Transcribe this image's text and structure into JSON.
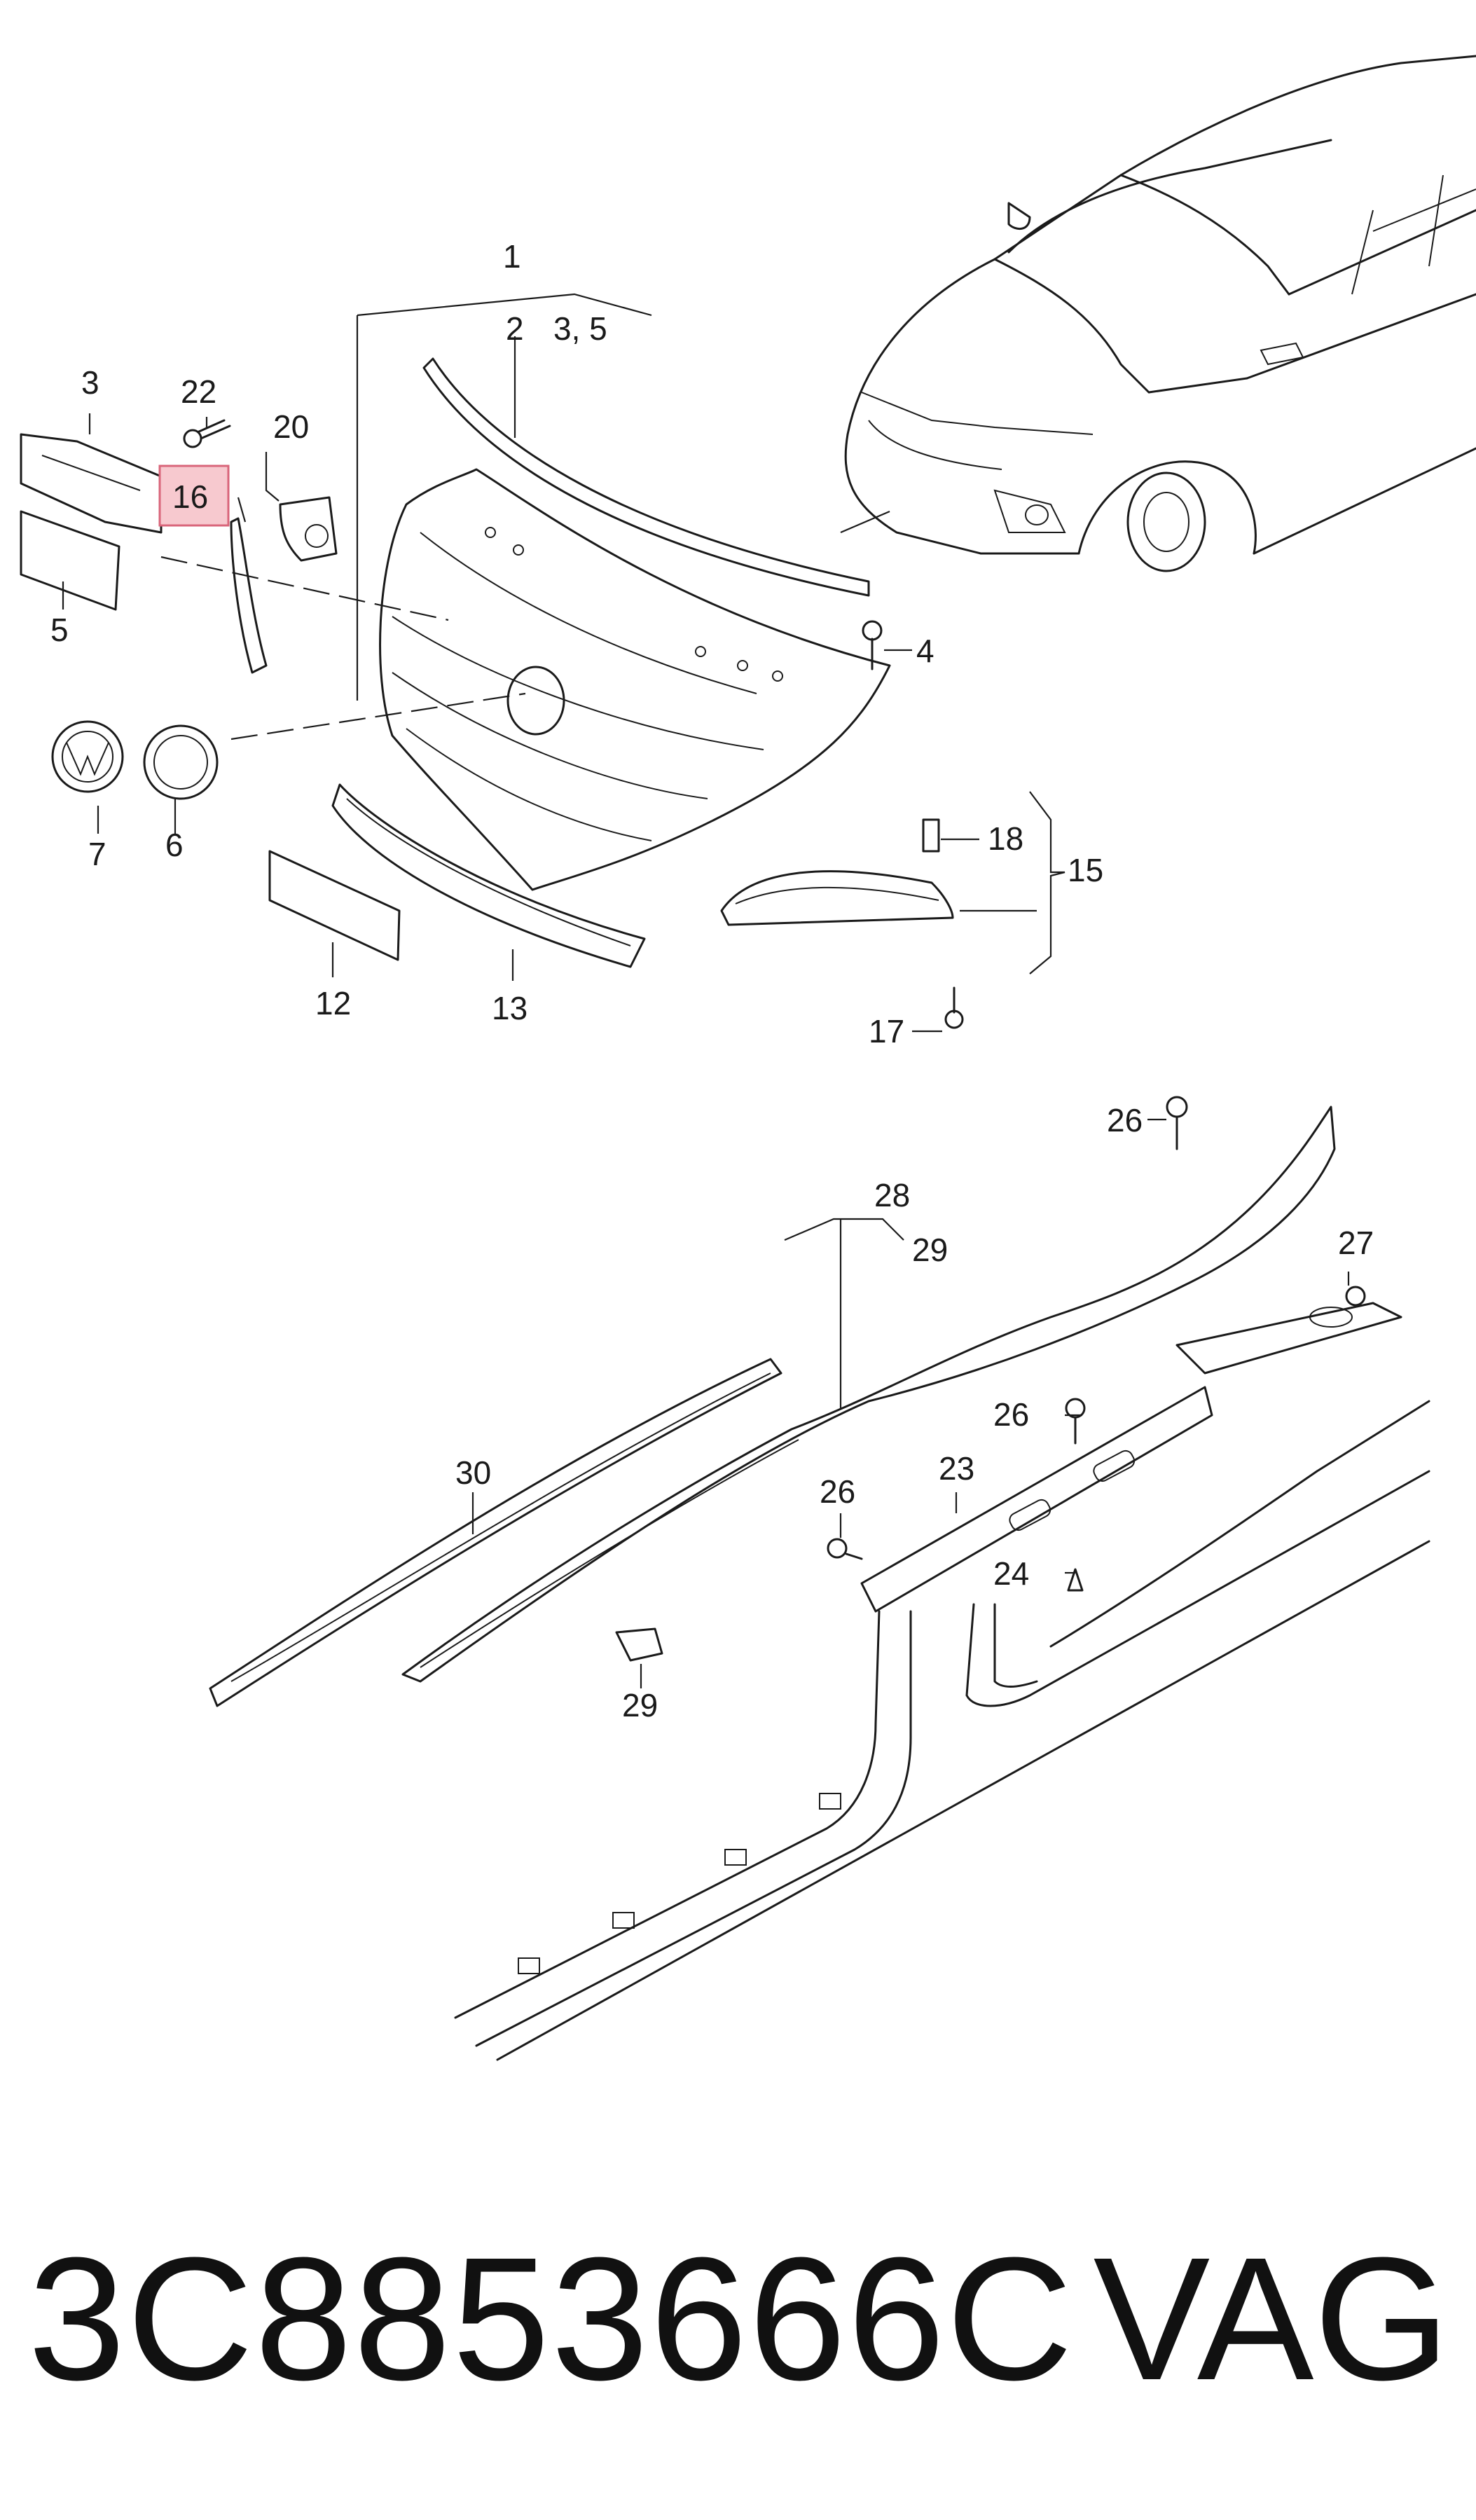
{
  "callouts": {
    "c1": "1",
    "c2": "2",
    "c35": "3, 5",
    "c3": "3",
    "c22": "22",
    "c20": "20",
    "c16": "16",
    "c5": "5",
    "c4": "4",
    "c7": "7",
    "c6": "6",
    "c18": "18",
    "c15": "15",
    "c12": "12",
    "c13": "13",
    "c17": "17",
    "c26a": "26",
    "c28": "28",
    "c29a": "29",
    "c27": "27",
    "c26b": "26",
    "c30": "30",
    "c23": "23",
    "c26c": "26",
    "c24": "24",
    "c29b": "29"
  },
  "highlight_color": "#f7c9cf",
  "footer": {
    "part_number": "3C8853666C",
    "brand": "VAG"
  }
}
